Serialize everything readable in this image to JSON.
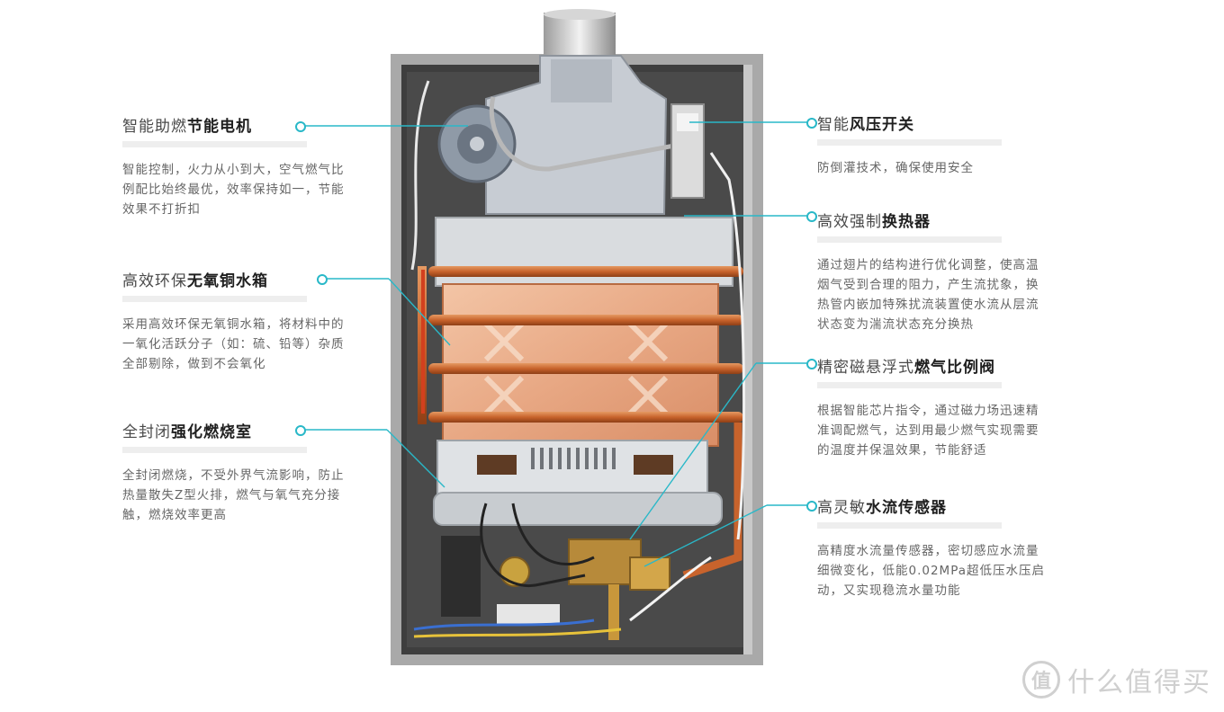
{
  "features": [
    {
      "id": "motor",
      "title_prefix": "智能助燃",
      "title_bold": "节能电机",
      "desc": "智能控制，火力从小到大，空气燃气比例配比始终最优，效率保持如一，节能效果不打折扣"
    },
    {
      "id": "tank",
      "title_prefix": "高效环保",
      "title_bold": "无氧铜水箱",
      "desc": "采用高效环保无氧铜水箱，将材料中的一氧化活跃分子（如：硫、铅等）杂质全部剔除，做到不会氧化"
    },
    {
      "id": "chamber",
      "title_prefix": "全封闭",
      "title_bold": "强化燃烧室",
      "desc": "全封闭燃烧，不受外界气流影响，防止热量散失Z型火排，燃气与氧气充分接触，燃烧效率更高"
    },
    {
      "id": "switch",
      "title_prefix": "智能",
      "title_bold": "风压开关",
      "desc": "防倒灌技术，确保使用安全"
    },
    {
      "id": "exchanger",
      "title_prefix": "高效强制",
      "title_bold": "换热器",
      "desc": "通过翅片的结构进行优化调整，使高温烟气受到合理的阻力，产生流扰象，换热管内嵌加特殊扰流装置使水流从层流状态变为湍流状态充分换热"
    },
    {
      "id": "valve",
      "title_prefix": "精密磁悬浮式",
      "title_bold": "燃气比例阀",
      "desc": "根据智能芯片指令，通过磁力场迅速精准调配燃气，达到用最少燃气实现需要的温度并保温效果，节能舒适"
    },
    {
      "id": "sensor",
      "title_prefix": "高灵敏",
      "title_bold": "水流传感器",
      "desc": "高精度水流量传感器，密切感应水流量细微变化，低能0.02MPa超低压水压启动，又实现稳流水量功能"
    }
  ],
  "watermark": {
    "symbol": "值",
    "text": "什么值得买"
  },
  "colors": {
    "accent": "#29b8c8",
    "copper": "#c8703c",
    "frame": "#9a9a9a"
  }
}
